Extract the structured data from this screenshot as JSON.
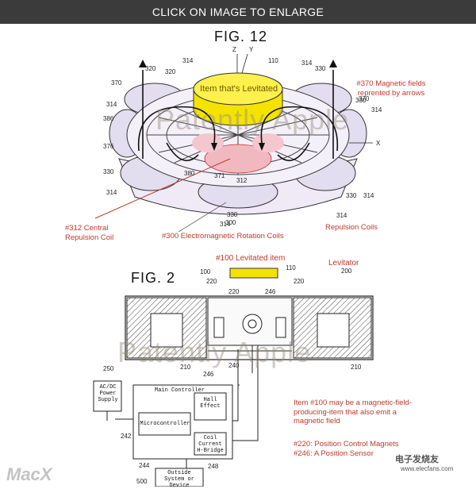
{
  "banner": {
    "label": "CLICK ON IMAGE TO ENLARGE"
  },
  "fig12": {
    "title": "FIG. 12",
    "item_label": "Item that's Levitated",
    "note_magnetic_fields": "#370 Magnetic fields reprented by arrows",
    "label_central_coil": "#312 Central Repulsion Coil",
    "label_rotation_coils": "#300 Electromagnetic Rotation Coils",
    "label_repulsion_coils": "Repulsion Coils",
    "watermark": "Patently Apple",
    "refs": {
      "z": "Z",
      "y": "Y",
      "x": "X",
      "r110": "110",
      "r314a": "314",
      "r314b": "314",
      "r314c": "314",
      "r314d": "314",
      "r314e": "314",
      "r314f": "314",
      "r314g": "314",
      "r314h": "314",
      "r330a": "330",
      "r330b": "330",
      "r330c": "330",
      "r330d": "330",
      "r330e": "330",
      "r320a": "320",
      "r320b": "320",
      "r370a": "370",
      "r370b": "370",
      "r386": "386",
      "r376": "376",
      "r380": "380",
      "r371": "371",
      "r312": "312",
      "r300": "300"
    }
  },
  "fig2": {
    "title": "FIG. 2",
    "levitated_item": "#100 Levitated item",
    "levitator": "Levitator",
    "watermark": "Patently Apple",
    "note_item": "Item #100 may be a magnetic-field-producing-item that also emit a magnetic field",
    "note_220": "#220: Position Control Magnets",
    "note_246": "#246: A Position Sensor",
    "power_supply": "AC/DC Power Supply",
    "main_controller": "Main Controller",
    "microcontroller": "Microcontroller",
    "hall_effect": "Hall Effect",
    "coil_current": "Coil Current H-Bridge",
    "outside_system": "Outside System or Device",
    "refs": {
      "r100": "100",
      "r110": "110",
      "r200": "200",
      "r220a": "220",
      "r220b": "220",
      "r220c": "220",
      "r246a": "246",
      "r246b": "246",
      "r210a": "210",
      "r210b": "210",
      "r250": "250",
      "r240": "240",
      "r242": "242",
      "r244": "244",
      "r248": "248",
      "r500": "500"
    }
  },
  "footer": {
    "macx": "MacX",
    "corner_brand": "电子发烧友",
    "corner_url": "www.elecfans.com"
  }
}
